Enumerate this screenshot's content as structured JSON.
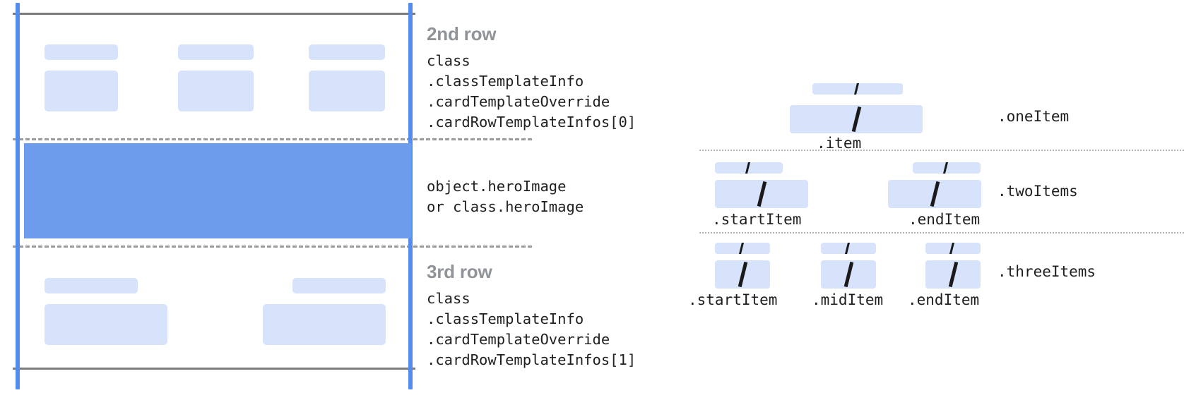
{
  "diagram": {
    "left": {
      "rows": [
        {
          "title": "2nd row",
          "code": "class\n.classTemplateInfo\n.cardTemplateOverride\n.cardRowTemplateInfos[0]",
          "columns": 3
        },
        {
          "title": "",
          "code": "object.heroImage\nor class.heroImage",
          "columns": 0
        },
        {
          "title": "3rd row",
          "code": "class\n.classTemplateInfo\n.cardTemplateOverride\n.cardRowTemplateInfos[1]",
          "columns": 2
        }
      ]
    },
    "right": {
      "groups": [
        {
          "name": ".oneItem",
          "items": [
            ".item"
          ]
        },
        {
          "name": ".twoItems",
          "items": [
            ".startItem",
            ".endItem"
          ]
        },
        {
          "name": ".threeItems",
          "items": [
            ".startItem",
            ".midItem",
            ".endItem"
          ]
        }
      ]
    }
  },
  "colors": {
    "placeholder_fill": "#d7e3fb",
    "hero_fill": "#6c9ceb",
    "guide_line": "#548bef",
    "rule": "#7b7b7b",
    "title_text": "#909498",
    "code_text": "#1f1f1f"
  }
}
